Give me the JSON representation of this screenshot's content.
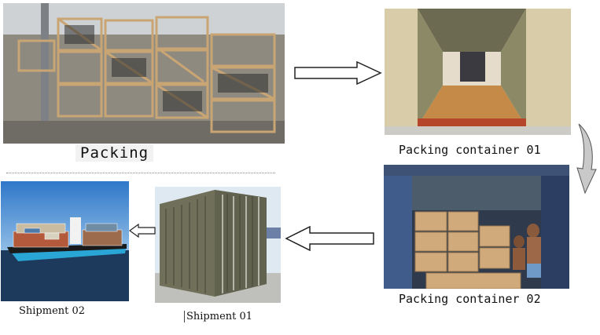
{
  "captions": {
    "packing": "Packing",
    "packing_container_01": "Packing container 01",
    "packing_container_02": "Packing container 02",
    "shipment_01": "Shipment 01",
    "shipment_02": "Shipment 02"
  }
}
